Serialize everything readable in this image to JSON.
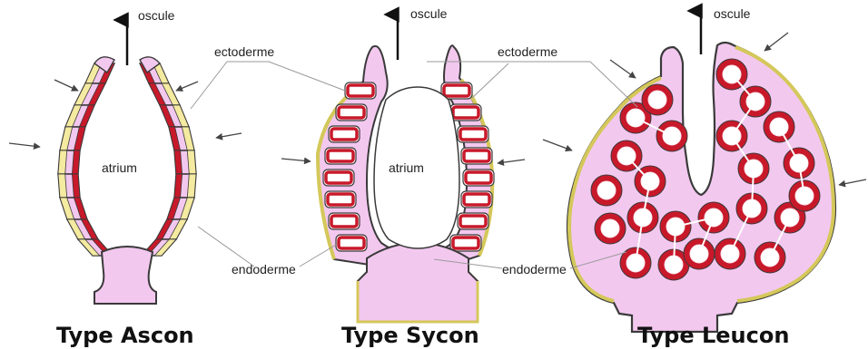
{
  "labels": {
    "osculum": "oscule",
    "ectoderm": "ectoderme",
    "endoderm": "endoderme",
    "atrium": "atrium"
  },
  "titles": {
    "ascon": "Type Ascon",
    "sycon": "Type Sycon",
    "leucon": "Type Leucon"
  },
  "colors": {
    "mesohyl": "#f3c8ef",
    "ectoderm": "#f4eaa0",
    "choanocyte": "#c8192a",
    "outline": "#3a3a3a",
    "leader": "#9a9a9a"
  }
}
